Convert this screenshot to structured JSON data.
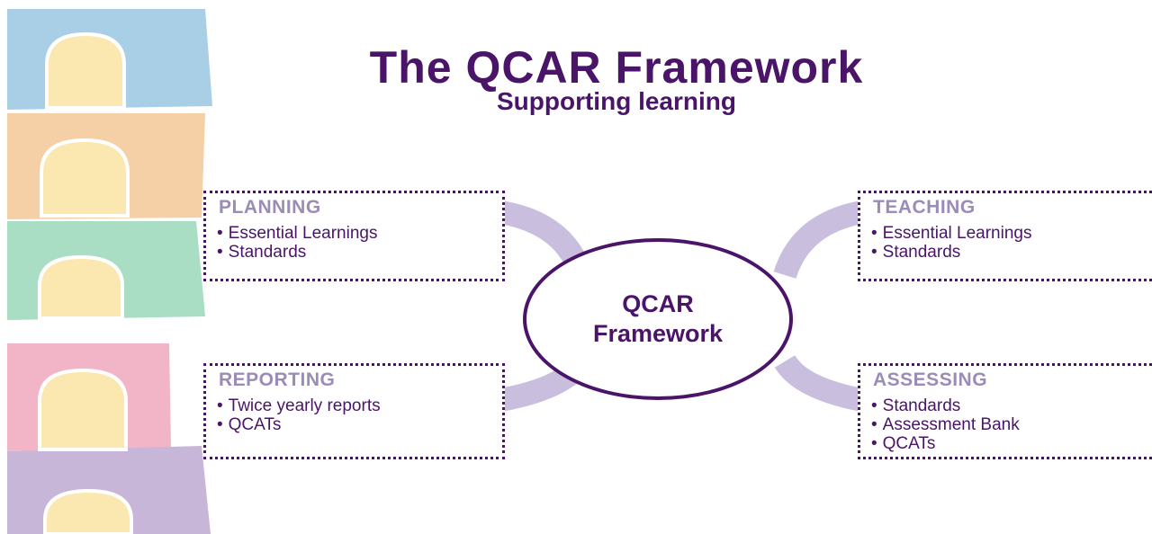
{
  "title": "The QCAR Framework",
  "subtitle": "Supporting learning",
  "hub": {
    "line1": "QCAR",
    "line2": "Framework"
  },
  "boxes": {
    "planning": {
      "heading": "PLANNING",
      "items": [
        "Essential Learnings",
        "Standards"
      ]
    },
    "teaching": {
      "heading": "TEACHING",
      "items": [
        "Essential Learnings",
        "Standards"
      ]
    },
    "reporting": {
      "heading": "REPORTING",
      "items": [
        "Twice yearly reports",
        "QCATs"
      ]
    },
    "assessing": {
      "heading": "ASSESSING",
      "items": [
        "Standards",
        "Assessment Bank",
        "QCATs"
      ]
    }
  },
  "colors": {
    "title": "#4a1468",
    "heading": "#9b8bb7",
    "connector": "#c9bedd",
    "strip": [
      "#a9cfe6",
      "#f5cfa5",
      "#a9ddc4",
      "#f2b5c8",
      "#c8b6d8"
    ],
    "tab": "#fbe8b0"
  }
}
